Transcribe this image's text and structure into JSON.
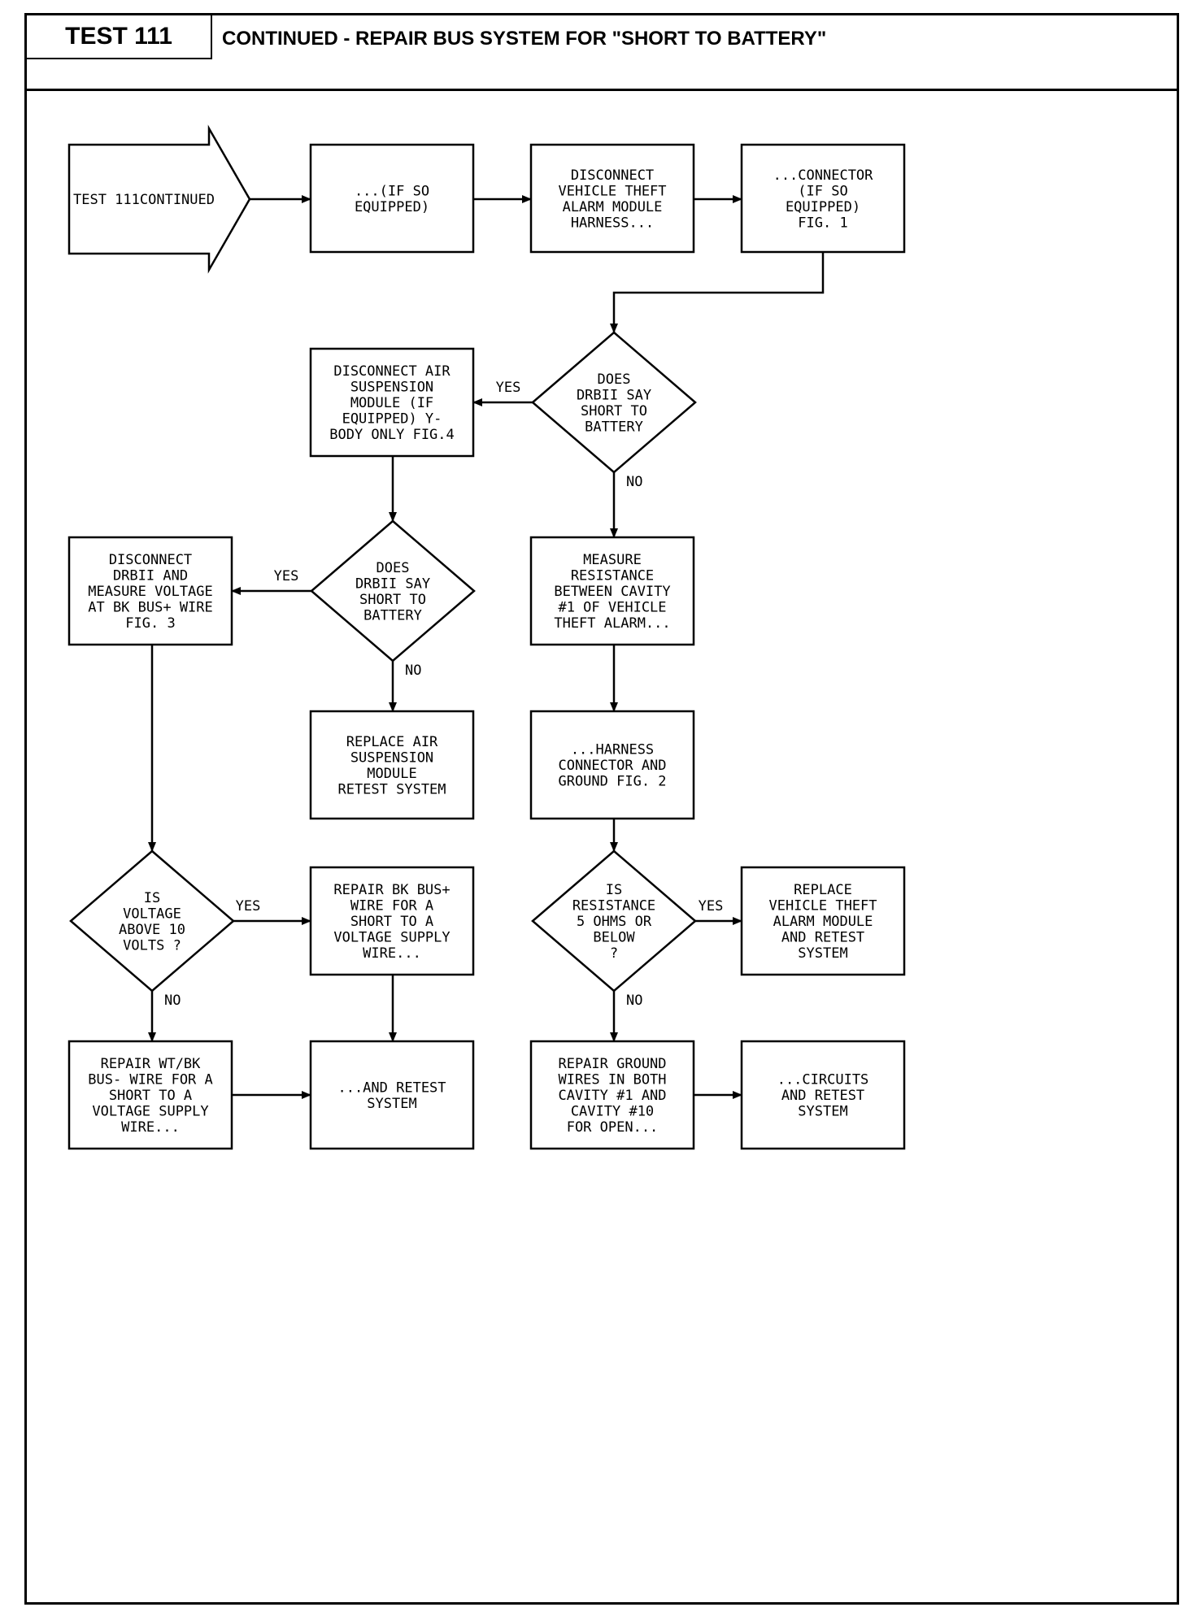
{
  "header": {
    "test_id": "TEST 111",
    "title": "CONTINUED - REPAIR BUS SYSTEM FOR \"SHORT TO BATTERY\""
  },
  "flowchart": {
    "nodes": [
      {
        "id": "start",
        "shape": "arrow",
        "lines": [
          "TEST 111CONTINUED"
        ]
      },
      {
        "id": "n1",
        "shape": "box",
        "lines": [
          "...(IF SO",
          "EQUIPPED)"
        ]
      },
      {
        "id": "n2",
        "shape": "box",
        "lines": [
          "DISCONNECT",
          "VEHICLE THEFT",
          "ALARM MODULE",
          "HARNESS..."
        ]
      },
      {
        "id": "n3",
        "shape": "box",
        "lines": [
          "...CONNECTOR",
          "(IF SO",
          "EQUIPPED)",
          "FIG. 1"
        ]
      },
      {
        "id": "d1",
        "shape": "diamond",
        "lines": [
          "DOES",
          "DRBII SAY",
          "SHORT TO",
          "BATTERY"
        ]
      },
      {
        "id": "n4",
        "shape": "box",
        "lines": [
          "DISCONNECT AIR",
          "SUSPENSION",
          "MODULE (IF",
          "EQUIPPED) Y-",
          "BODY ONLY FIG.4"
        ]
      },
      {
        "id": "d2",
        "shape": "diamond",
        "lines": [
          "DOES",
          "DRBII SAY",
          "SHORT TO",
          "BATTERY"
        ]
      },
      {
        "id": "n5",
        "shape": "box",
        "lines": [
          "DISCONNECT",
          "DRBII AND",
          "MEASURE VOLTAGE",
          "AT BK BUS+ WIRE",
          "FIG. 3"
        ]
      },
      {
        "id": "n6",
        "shape": "box",
        "lines": [
          "REPLACE AIR",
          "SUSPENSION",
          "MODULE",
          "RETEST SYSTEM"
        ]
      },
      {
        "id": "n7",
        "shape": "box",
        "lines": [
          "MEASURE",
          "RESISTANCE",
          "BETWEEN CAVITY",
          "#1 OF VEHICLE",
          "THEFT ALARM..."
        ]
      },
      {
        "id": "n8",
        "shape": "box",
        "lines": [
          "...HARNESS",
          "CONNECTOR AND",
          "GROUND FIG. 2"
        ]
      },
      {
        "id": "d3",
        "shape": "diamond",
        "lines": [
          "IS",
          "VOLTAGE",
          "ABOVE 10",
          "VOLTS ?"
        ]
      },
      {
        "id": "n9",
        "shape": "box",
        "lines": [
          "REPAIR BK BUS+",
          "WIRE FOR A",
          "SHORT TO A",
          "VOLTAGE SUPPLY",
          "WIRE..."
        ]
      },
      {
        "id": "d4",
        "shape": "diamond",
        "lines": [
          "IS",
          "RESISTANCE",
          "5 OHMS OR",
          "BELOW",
          "?"
        ]
      },
      {
        "id": "n10",
        "shape": "box",
        "lines": [
          "REPLACE",
          "VEHICLE THEFT",
          "ALARM MODULE",
          "AND RETEST",
          "SYSTEM"
        ]
      },
      {
        "id": "n11",
        "shape": "box",
        "lines": [
          "REPAIR WT/BK",
          "BUS- WIRE FOR A",
          "SHORT TO A",
          "VOLTAGE SUPPLY",
          "WIRE..."
        ]
      },
      {
        "id": "n12",
        "shape": "box",
        "lines": [
          "...AND RETEST",
          "SYSTEM"
        ]
      },
      {
        "id": "n13",
        "shape": "box",
        "lines": [
          "REPAIR GROUND",
          "WIRES IN BOTH",
          "CAVITY #1 AND",
          "CAVITY #10",
          "FOR OPEN..."
        ]
      },
      {
        "id": "n14",
        "shape": "box",
        "lines": [
          "...CIRCUITS",
          "AND RETEST",
          "SYSTEM"
        ]
      }
    ],
    "edges": [
      {
        "from": "start",
        "to": "n1",
        "label": ""
      },
      {
        "from": "n1",
        "to": "n2",
        "label": ""
      },
      {
        "from": "n2",
        "to": "n3",
        "label": ""
      },
      {
        "from": "n3",
        "to": "d1",
        "label": ""
      },
      {
        "from": "d1",
        "to": "n4",
        "label": "YES"
      },
      {
        "from": "d1",
        "to": "n7",
        "label": "NO"
      },
      {
        "from": "n4",
        "to": "d2",
        "label": ""
      },
      {
        "from": "d2",
        "to": "n5",
        "label": "YES"
      },
      {
        "from": "d2",
        "to": "n6",
        "label": "NO"
      },
      {
        "from": "n7",
        "to": "n8",
        "label": ""
      },
      {
        "from": "n8",
        "to": "d4",
        "label": ""
      },
      {
        "from": "n5",
        "to": "d3",
        "label": ""
      },
      {
        "from": "d3",
        "to": "n9",
        "label": "YES"
      },
      {
        "from": "d3",
        "to": "n11",
        "label": "NO"
      },
      {
        "from": "d4",
        "to": "n10",
        "label": "YES"
      },
      {
        "from": "d4",
        "to": "n13",
        "label": "NO"
      },
      {
        "from": "n9",
        "to": "n12",
        "label": ""
      },
      {
        "from": "n11",
        "to": "n12",
        "label": ""
      },
      {
        "from": "n13",
        "to": "n14",
        "label": ""
      }
    ]
  }
}
